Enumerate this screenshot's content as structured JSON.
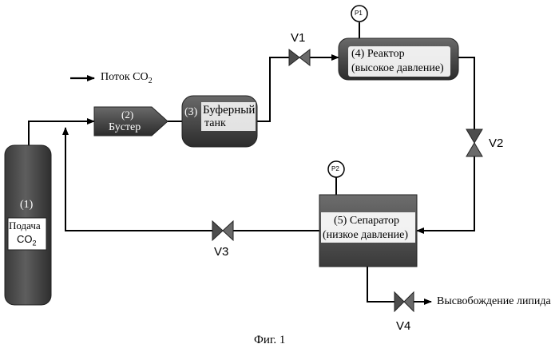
{
  "legend": {
    "text": "Поток CO",
    "sub": "2"
  },
  "cylinder": {
    "number": "(1)",
    "line1": "Подача",
    "co": "CO",
    "sub": "2"
  },
  "booster": {
    "number": "(2)",
    "name": "Бустер"
  },
  "buffer": {
    "number": "(3)",
    "line1": "Буферный",
    "line2": "танк"
  },
  "reactor": {
    "line1": "(4) Реактор",
    "line2": "(высокое давление)"
  },
  "separator": {
    "line1": "(5)  Сепаратор",
    "line2": "(низкое давление)"
  },
  "gauges": {
    "p1": "P1",
    "p2": "P2"
  },
  "valves": {
    "v1": "V1",
    "v2": "V2",
    "v3": "V3",
    "v4": "V4"
  },
  "output": {
    "label": "Высвобождение липида"
  },
  "caption": "Фиг. 1",
  "colors": {
    "equipment": "#4d4d4d",
    "equipment_dark": "#2f2f2f",
    "line": "#000000",
    "valve": "#555555"
  }
}
